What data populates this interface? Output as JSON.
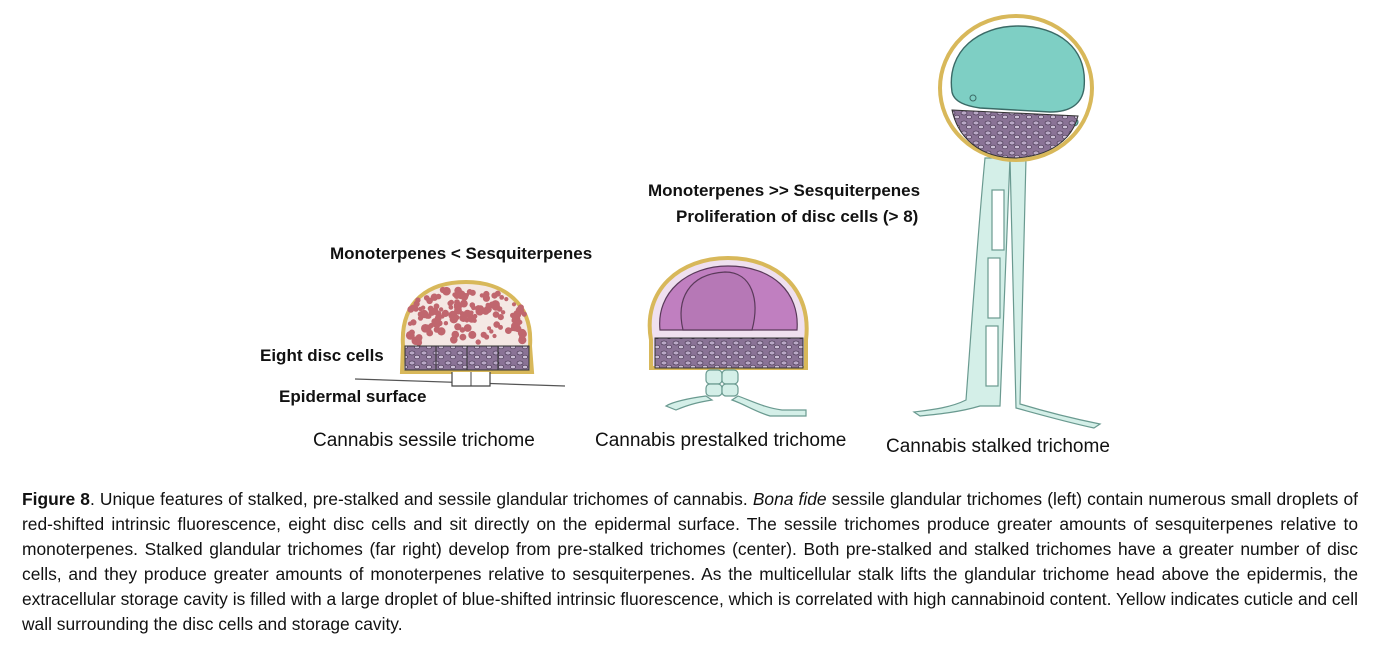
{
  "labels": {
    "sessile_chem": "Monoterpenes < Sesquiterpenes",
    "stalked_chem": "Monoterpenes >> Sesquiterpenes",
    "stalked_disc": "Proliferation of disc cells (> 8)",
    "eight_disc": "Eight disc cells",
    "epidermal": "Epidermal surface",
    "sessile_name": "Cannabis sessile trichome",
    "prestalked_name": "Cannabis prestalked trichome",
    "stalked_name": "Cannabis stalked trichome"
  },
  "caption": {
    "figure_label": "Figure 8",
    "part1": ". Unique features of stalked, pre-stalked and sessile glandular trichomes of cannabis. ",
    "italic": "Bona fide",
    "part2": " sessile glandular trichomes (left) contain numerous small droplets of red-shifted intrinsic fluorescence, eight disc cells and sit directly on the epidermal surface. The sessile trichomes produce greater amounts of sesquiterpenes relative to monoterpenes. Stalked glandular trichomes (far right) develop from pre-stalked trichomes (center). Both pre-stalked and stalked trichomes have a greater number of disc cells, and they produce greater amounts of monoterpenes relative to sesquiterpenes. As the multicellular stalk lifts the glandular trichome head above the epidermis, the extracellular storage cavity is filled with a large droplet of blue-shifted intrinsic fluorescence, which is correlated with high cannabinoid content. Yellow indicates cuticle and cell wall surrounding the disc cells and storage cavity."
  },
  "colors": {
    "cuticle": "#f0d98a",
    "sessile_droplets": "#c0666e",
    "prestalked_cavity": "#c07fc0",
    "stalked_cavity": "#7ecfc4",
    "disc_cells": "#8a7396",
    "stalk": "#d4efe8"
  }
}
